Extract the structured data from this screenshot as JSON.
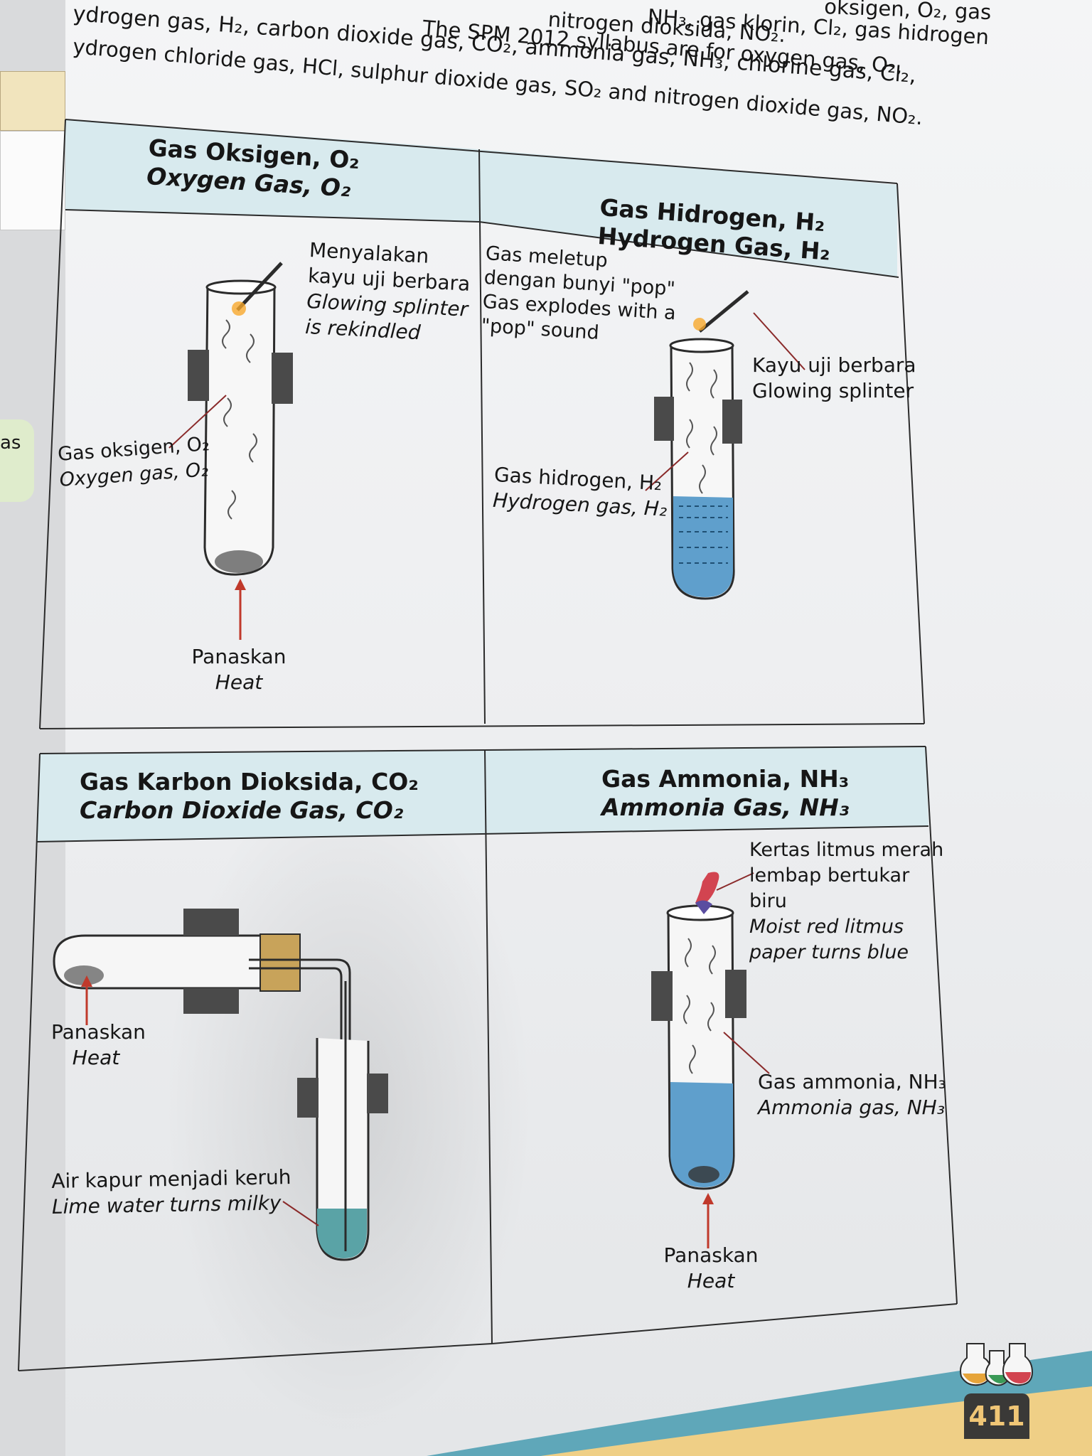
{
  "header": {
    "line1": "NH₃, gas klorin, Cl₂, gas hidrogen",
    "line1_left": "ydrogen gas, H₂, carbon dioxide gas, CO₂, ammonia gas, NH₃, chlorine gas, Cl₂,",
    "line0": "nitrogen dioksida, NO₂.",
    "line_top_right": "oksigen, O₂, gas",
    "line2": "The SPM 2012 syllabus are for oxygen gas, O₂,",
    "line3": "ydrogen chloride gas, HCl, sulphur dioxide gas, SO₂ and nitrogen dioxide gas, NO₂."
  },
  "cells": {
    "oxygen": {
      "title_my": "Gas Oksigen, O₂",
      "title_en": "Oxygen Gas, O₂",
      "result_my_1": "Menyalakan",
      "result_my_2": "kayu uji berbara",
      "result_en_1": "Glowing splinter",
      "result_en_2": "is rekindled",
      "gas_my": "Gas oksigen, O₂",
      "gas_en": "Oxygen gas, O₂",
      "heat_my": "Panaskan",
      "heat_en": "Heat"
    },
    "hydrogen": {
      "title_my": "Gas Hidrogen, H₂",
      "title_en": "Hydrogen Gas, H₂",
      "result_my_1": "Gas meletup",
      "result_my_2": "dengan bunyi \"pop\"",
      "result_en_1": "Gas explodes with a",
      "result_en_2": "\"pop\" sound",
      "splinter_my": "Kayu uji berbara",
      "splinter_en": "Glowing splinter",
      "gas_my": "Gas hidrogen, H₂",
      "gas_en": "Hydrogen gas, H₂"
    },
    "carbon_dioxide": {
      "title_my": "Gas Karbon Dioksida, CO₂",
      "title_en": "Carbon Dioxide Gas, CO₂",
      "heat_my": "Panaskan",
      "heat_en": "Heat",
      "result_my": "Air kapur menjadi keruh",
      "result_en": "Lime water turns milky"
    },
    "ammonia": {
      "title_my": "Gas Ammonia, NH₃",
      "title_en": "Ammonia Gas, NH₃",
      "result_my_1": "Kertas litmus merah",
      "result_my_2": "lembap bertukar",
      "result_my_3": "biru",
      "result_en_1": "Moist red litmus",
      "result_en_2": "paper turns blue",
      "gas_my": "Gas ammonia, NH₃",
      "gas_en": "Ammonia gas, NH₃",
      "heat_my": "Panaskan",
      "heat_en": "Heat"
    }
  },
  "margin_tab": "as",
  "page_number": "411",
  "colors": {
    "header_band": "#d6e9ee",
    "water": "#5f9fcc",
    "arrow": "#c0392b",
    "lime_water": "#5aa3a6",
    "litmus_red": "#d24450",
    "stopper": "#c8a35a",
    "clamp": "#4a4a4a"
  }
}
